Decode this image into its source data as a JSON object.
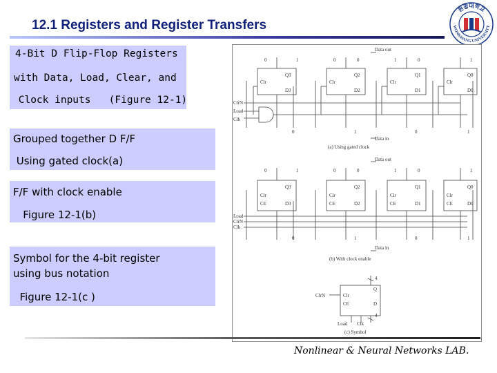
{
  "slide": {
    "title": "12.1 Registers and Register Transfers",
    "box1_lines": [
      "4-Bit D Flip-Flop Registers",
      "with Data, Load, Clear, and",
      " Clock inputs   (Figure 12-1)"
    ],
    "box2_lines": [
      "Grouped together D F/F",
      " Using gated clock(a)"
    ],
    "box3_lines": [
      "F/F with clock enable",
      "   Figure 12-1(b)"
    ],
    "box4_lines": [
      "Symbol for the 4-bit register",
      "using bus notation",
      "  Figure 12-1(c )"
    ],
    "footer": "Nonlinear & Neural Networks LAB."
  },
  "logo": {
    "top_text": "원광대학교",
    "bottom_text": "WONKWANG UNIVERSITY"
  },
  "figure": {
    "a": {
      "data_out": "Data out",
      "top_values": [
        "0",
        "1",
        "0",
        "0",
        "1",
        "0",
        "1"
      ],
      "outputs_q": [
        "Q3",
        "Q2",
        "Q1",
        "Q0"
      ],
      "inputs_d": [
        "D3",
        "D2",
        "D1",
        "D0"
      ],
      "clr": "Clr",
      "controls": [
        "ClrN",
        "Load",
        "Clk"
      ],
      "bottom_values": [
        "0",
        "1",
        "0",
        "1"
      ],
      "data_in": "Data in",
      "caption": "(a) Using gated clock"
    },
    "b": {
      "data_out": "Data out",
      "top_values": [
        "0",
        "1",
        "0",
        "0",
        "1",
        "0",
        "1"
      ],
      "outputs_q": [
        "Q3",
        "Q2",
        "Q1",
        "Q0"
      ],
      "inputs_d": [
        "D3",
        "D2",
        "D1",
        "D0"
      ],
      "clr": "Clr",
      "ce": "CE",
      "controls": [
        "Load",
        "ClrN",
        "Clk"
      ],
      "bottom_values": [
        "0",
        "1",
        "0",
        "1"
      ],
      "data_in": "Data in",
      "caption": "(b) With clock enable"
    },
    "c": {
      "bus_out": "4",
      "q": "Q",
      "clrn": "ClrN",
      "clr": "Clr",
      "ce": "CE",
      "d": "D",
      "bus_in": "4",
      "load": "Load",
      "clk": "Clk",
      "caption": "(c) Symbol"
    }
  }
}
